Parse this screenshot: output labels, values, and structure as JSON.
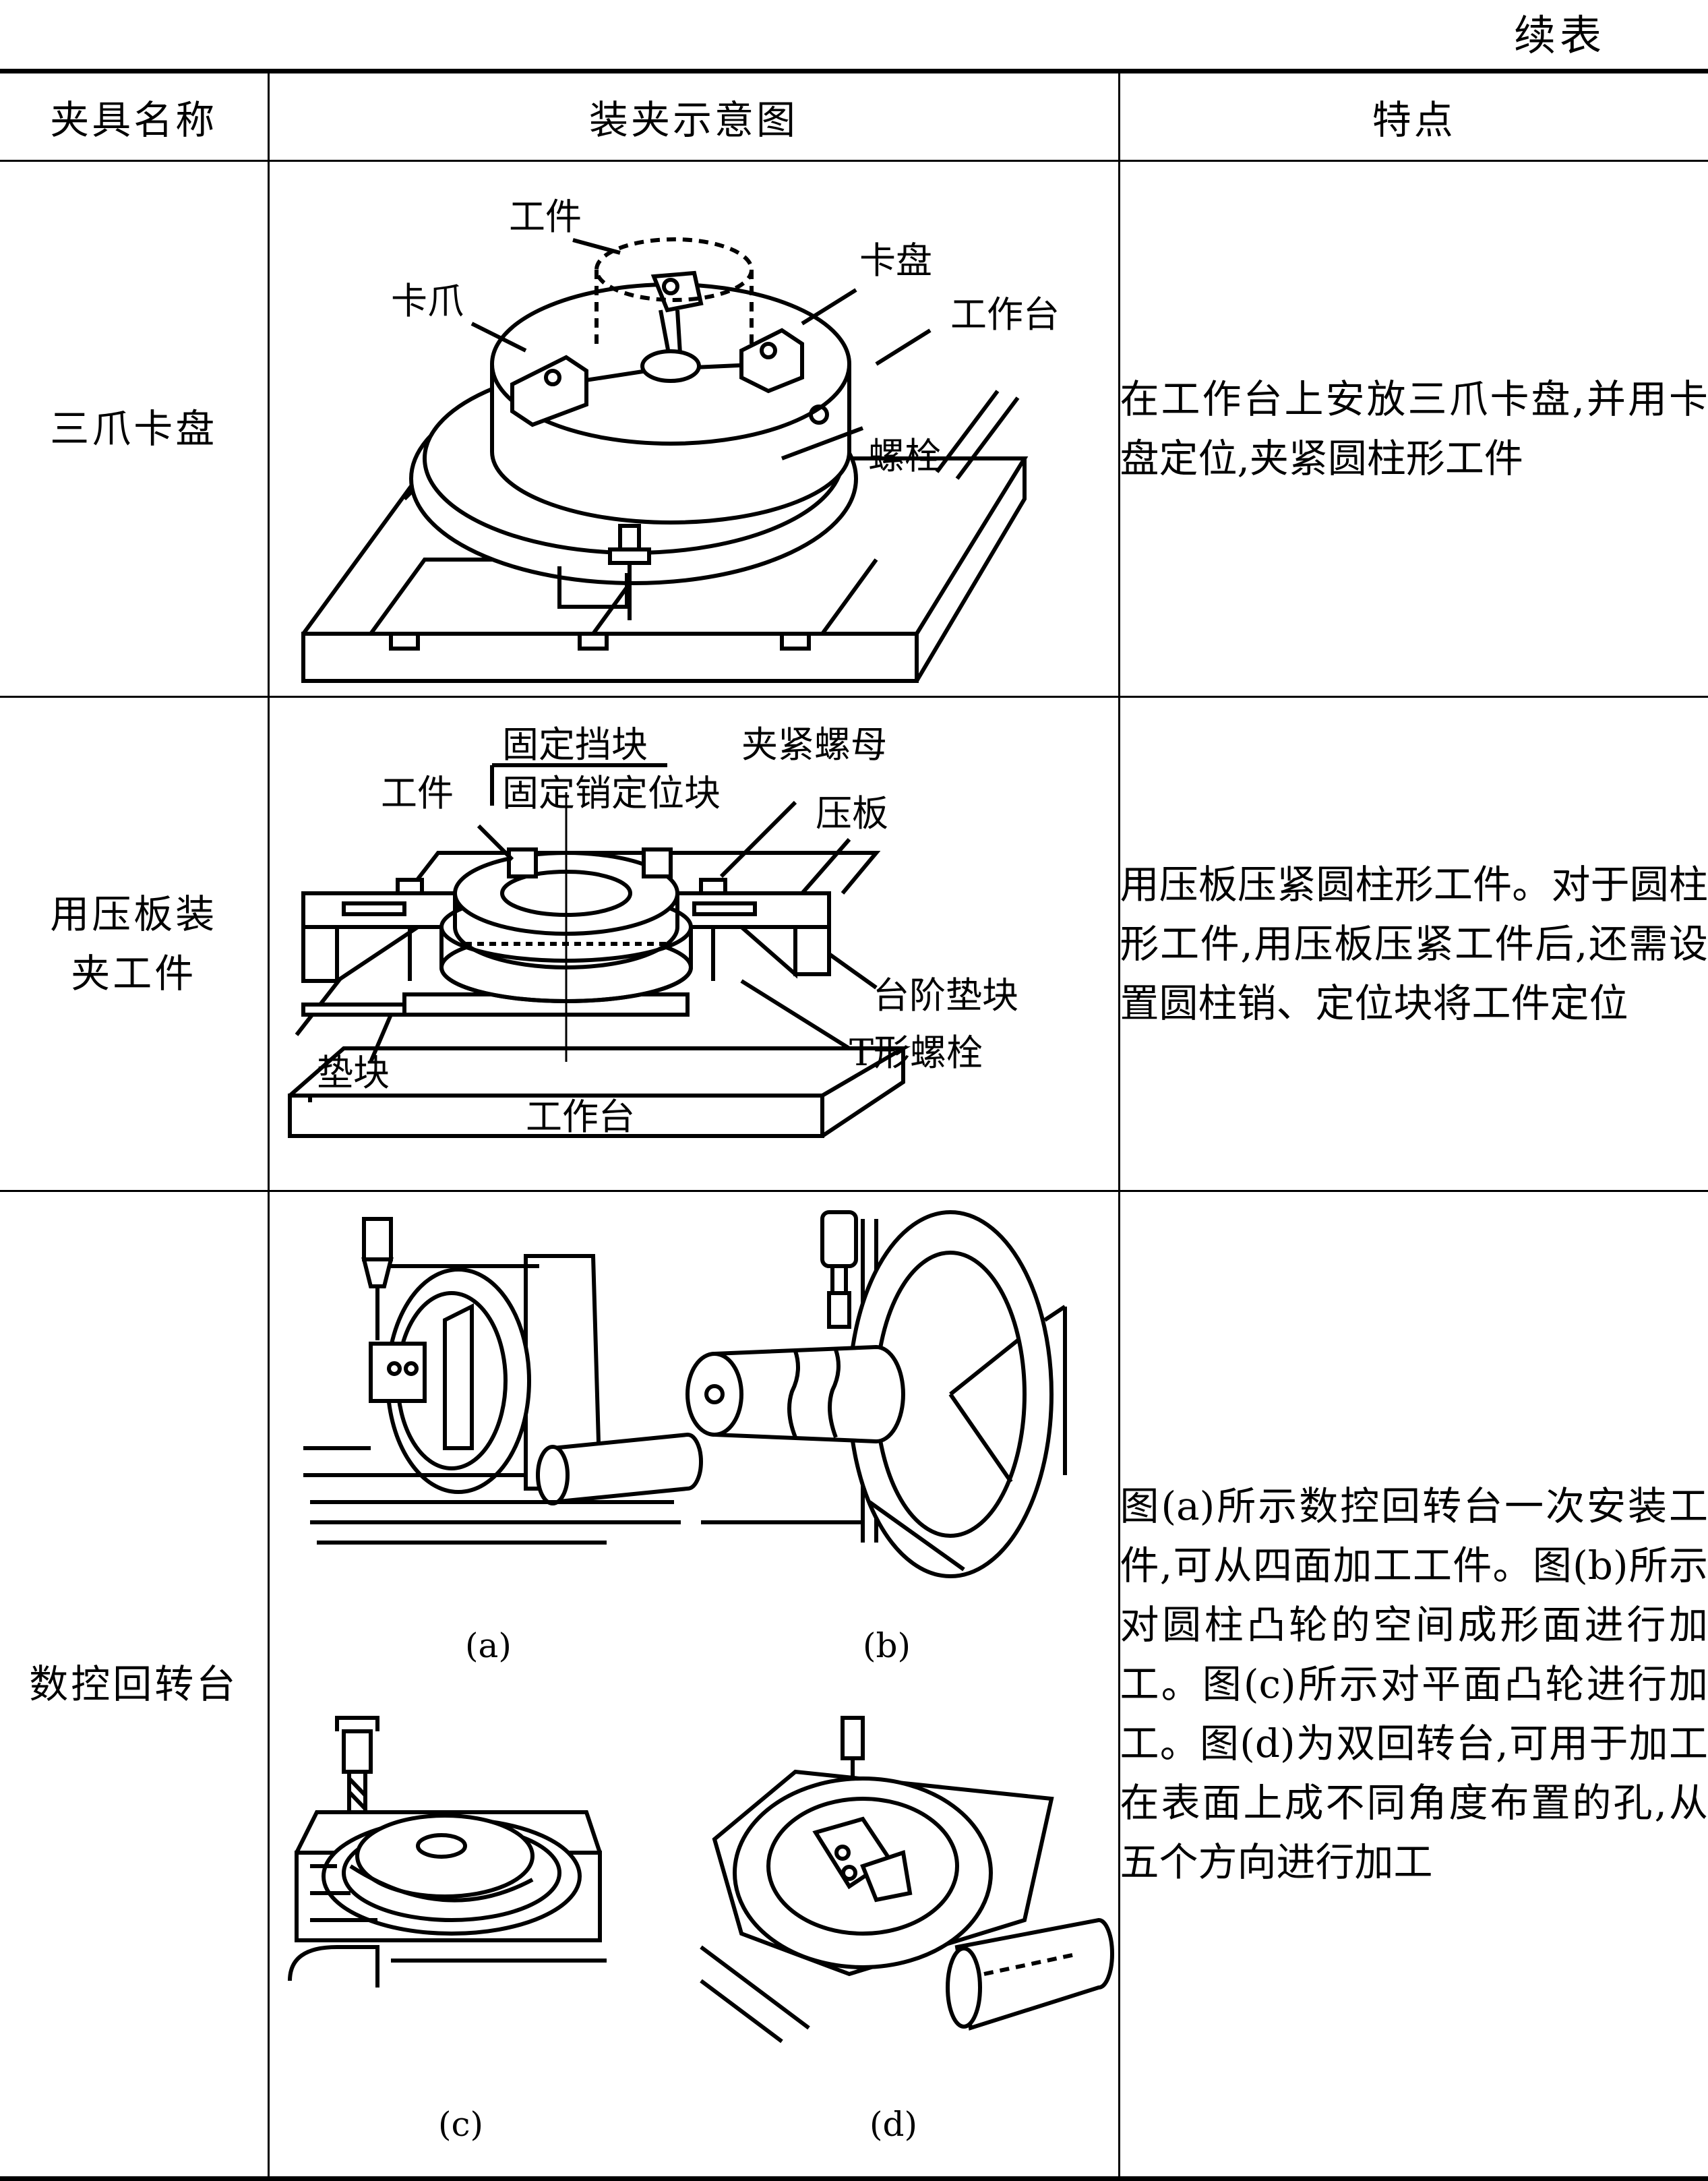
{
  "continued_label": "续表",
  "table": {
    "headers": [
      "夹具名称",
      "装夹示意图",
      "特点"
    ],
    "rows": [
      {
        "name": "三爪卡盘",
        "figure_labels": {
          "workpiece": "工件",
          "jaw": "卡爪",
          "chuck": "卡盘",
          "table": "工作台",
          "bolt": "螺栓"
        },
        "description": "在工作台上安放三爪卡盘,并用卡盘定位,夹紧圆柱形工件"
      },
      {
        "name": "用压板装夹工件",
        "figure_labels": {
          "fixed_stop": "固定挡块",
          "fixed_pin": "固定销定位块",
          "workpiece": "工件",
          "clamp_nut": "夹紧螺母",
          "clamp_plate": "压板",
          "step_block": "台阶垫块",
          "pad": "垫块",
          "t_bolt": "T形螺栓",
          "table": "工作台"
        },
        "description": "用压板压紧圆柱形工件。对于圆柱形工件,用压板压紧工件后,还需设置圆柱销、定位块将工件定位"
      },
      {
        "name": "数控回转台",
        "figure_labels": {
          "a": "(a)",
          "b": "(b)",
          "c": "(c)",
          "d": "(d)"
        },
        "description": "图(a)所示数控回转台一次安装工件,可从四面加工工件。图(b)所示对圆柱凸轮的空间成形面进行加工。图(c)所示对平面凸轮进行加工。图(d)为双回转台,可用于加工在表面上成不同角度布置的孔,从五个方向进行加工"
      }
    ]
  }
}
